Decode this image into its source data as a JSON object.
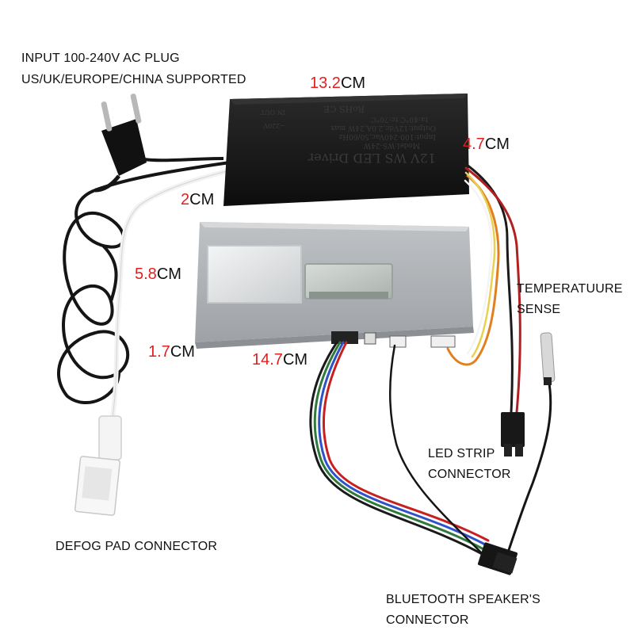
{
  "labels": {
    "input_line1": "INPUT 100-240V AC PLUG",
    "input_line2": "US/UK/EUROPE/CHINA SUPPORTED",
    "temp_line1": "TEMPERATUURE",
    "temp_line2": "SENSE",
    "led_line1": "LED STRIP",
    "led_line2": "CONNECTOR",
    "defog": "DEFOG PAD CONNECTOR",
    "bt_line1": "BLUETOOTH SPEAKER'S",
    "bt_line2": "CONNECTOR"
  },
  "dimensions": {
    "d1": {
      "num": "13.2",
      "unit": "CM"
    },
    "d2": {
      "num": "4.7",
      "unit": "CM"
    },
    "d3": {
      "num": "2",
      "unit": "CM"
    },
    "d4": {
      "num": "5.8",
      "unit": "CM"
    },
    "d5": {
      "num": "1.7",
      "unit": "CM"
    },
    "d6": {
      "num": "14.7",
      "unit": "CM"
    }
  },
  "driver_label": {
    "line1": "12V    WS LED Driver",
    "line2": "Model:WS-24W",
    "line3": "Input:100-240Vac,50/60Hz",
    "line4": "Output:12Vdc,2.0A,24W max",
    "line5": "ta:40°C   tc:70°C",
    "line6": "RoHS  CE",
    "line7": "IN   OUT",
    "line8": "~220V"
  },
  "colors": {
    "accent": "#e02020",
    "driver_box": "#1b1b1b",
    "control_box": "#a9adb1",
    "cable_black": "#151515",
    "cable_white": "#f2f2f2"
  }
}
